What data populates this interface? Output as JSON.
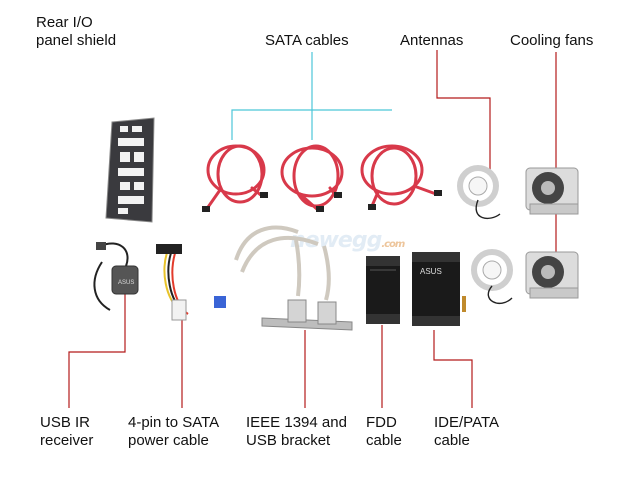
{
  "labels": {
    "rear_io": "Rear I/O\npanel shield",
    "sata_cables": "SATA cables",
    "antennas": "Antennas",
    "cooling_fans": "Cooling fans",
    "usb_ir": "USB IR\nreceiver",
    "sata_power": "4-pin to SATA\npower cable",
    "ieee1394": "IEEE 1394 and\nUSB bracket",
    "fdd": "FDD\ncable",
    "ide_pata": "IDE/PATA\ncable"
  },
  "watermark": {
    "brand": "newegg",
    "suffix": ".com"
  },
  "brand_marks": {
    "cable_logo": "ASUS",
    "ir_logo": "ASUS"
  },
  "colors": {
    "callout_red": "#b31b1b",
    "callout_cyan": "#4cc6d8",
    "sata_red": "#d8394a",
    "ribbon_black": "#1a1a1a"
  }
}
